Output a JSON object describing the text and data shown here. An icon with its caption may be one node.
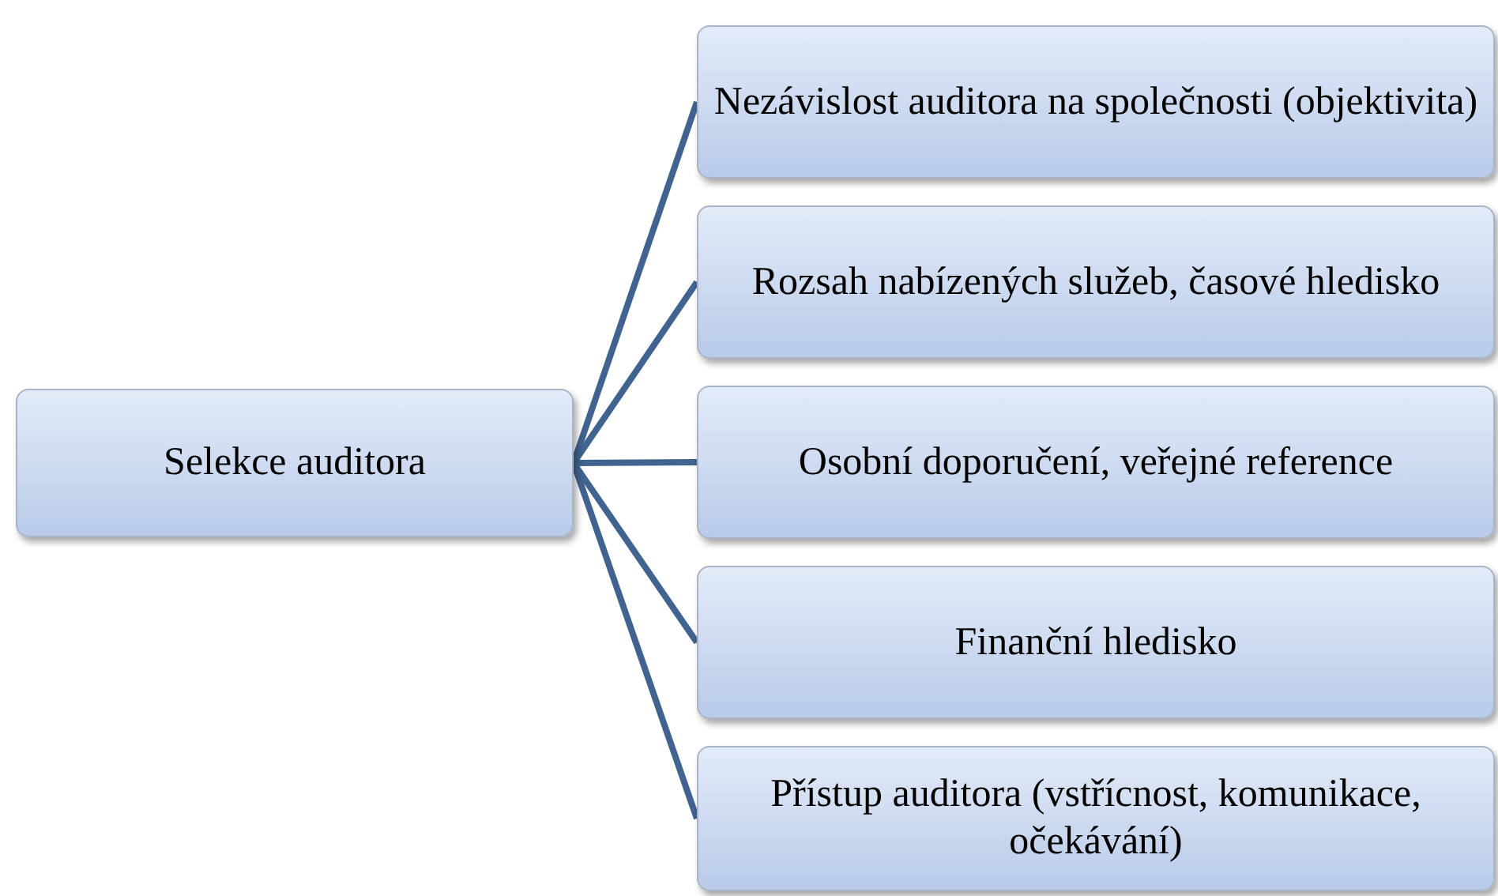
{
  "diagram": {
    "nodes": [
      {
        "text": [
          "Selekce auditora"
        ]
      },
      {
        "text": [
          "Nezávislost auditora na společnosti (objektivita)"
        ]
      },
      {
        "text": [
          "Rozsah nabízených služeb, časové hledisko"
        ]
      },
      {
        "text": [
          "Osobní doporučení, veřejné reference"
        ]
      },
      {
        "text": [
          "Finanční hledisko"
        ]
      },
      {
        "text": [
          "Přístup auditora (vstřícnost, komunikace, očekávání)"
        ]
      }
    ],
    "edges": [
      {
        "from": 0,
        "to": 1,
        "arrow": "none"
      },
      {
        "from": 0,
        "to": 2,
        "arrow": "none"
      },
      {
        "from": 0,
        "to": 3,
        "arrow": "none"
      },
      {
        "from": 0,
        "to": 4,
        "arrow": "none"
      },
      {
        "from": 0,
        "to": 5,
        "arrow": "none"
      }
    ]
  }
}
